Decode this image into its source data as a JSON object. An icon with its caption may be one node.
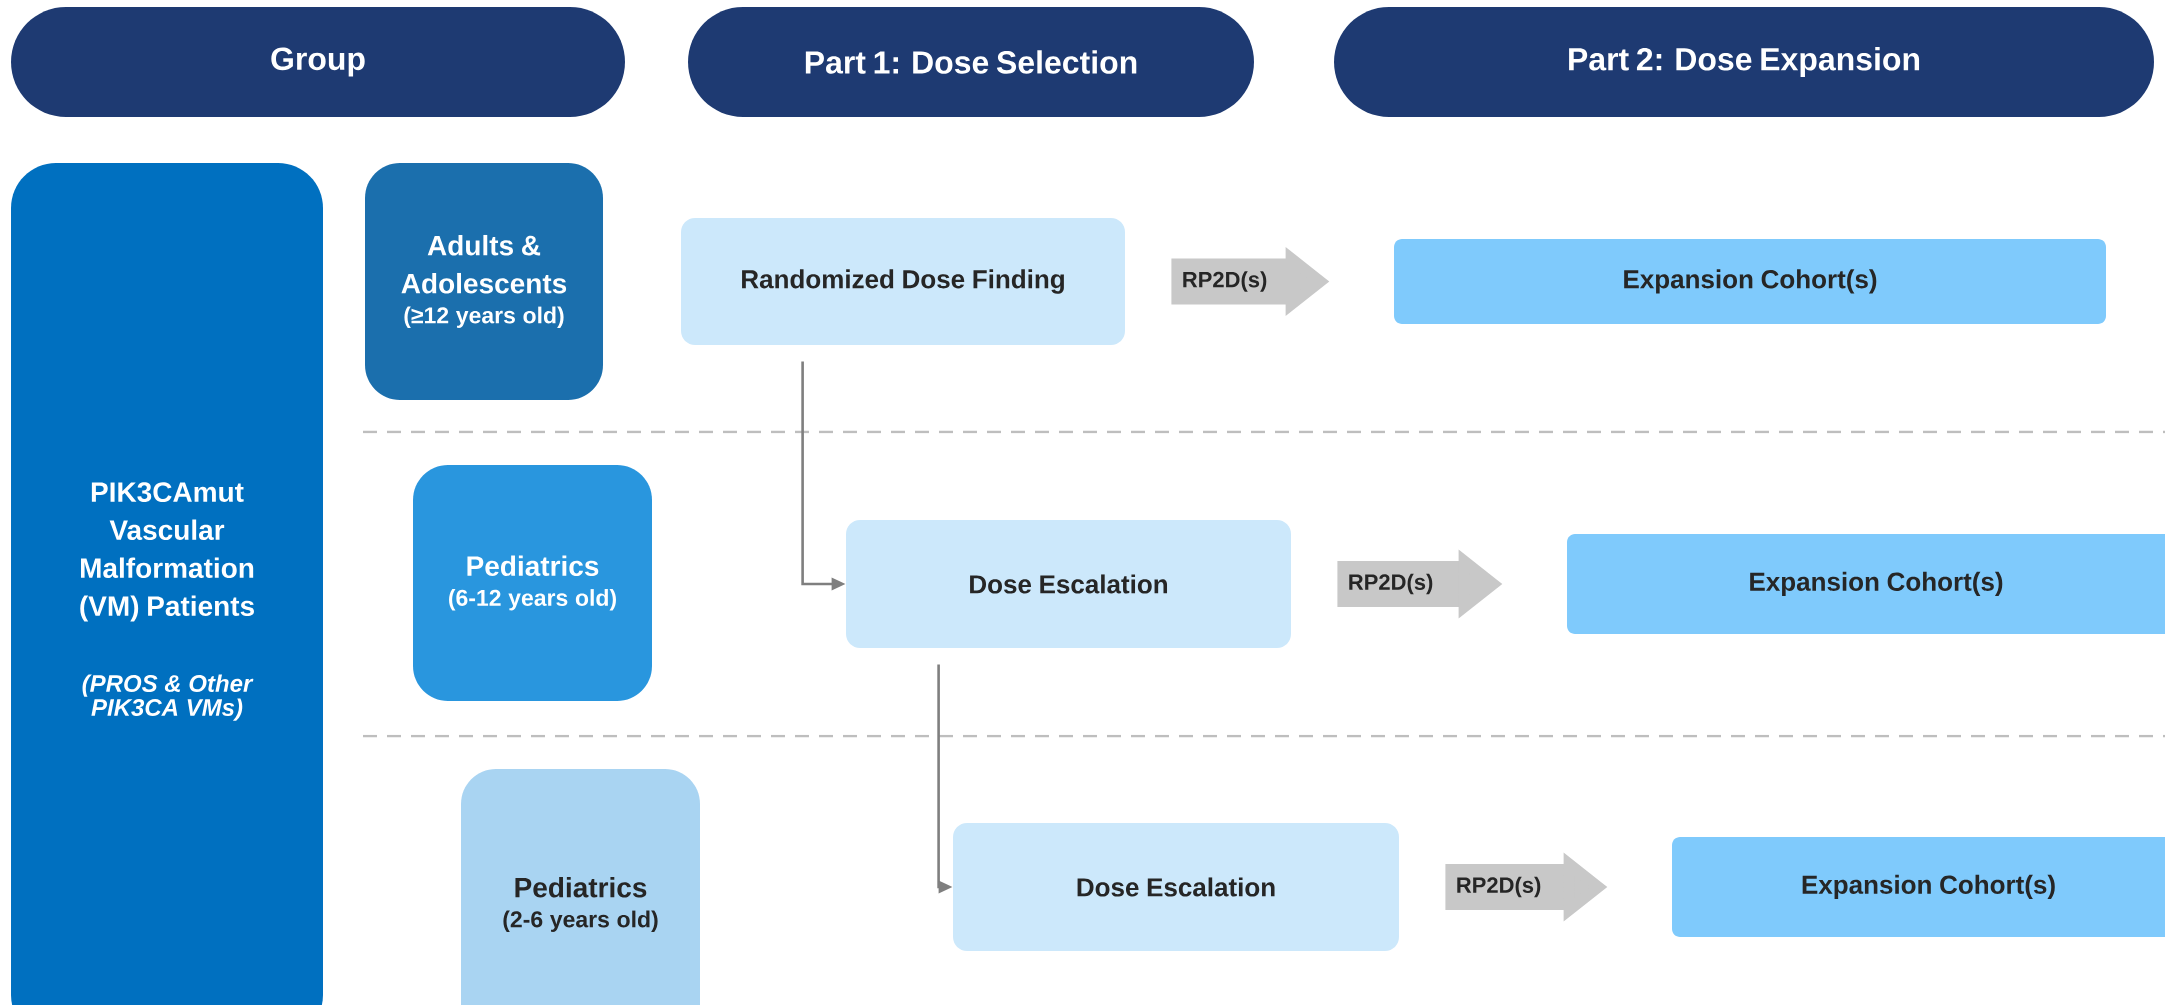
{
  "diagram": {
    "nodes": [
      {
        "text": [
          "Group"
        ]
      },
      {
        "text": [
          "Part 1: Dose Selection"
        ]
      },
      {
        "text": [
          "Part 2: Dose Expansion"
        ]
      },
      {
        "text": [
          "PIK3CAmut Vascular Malformation (VM) Patients",
          "(PROS & Other PIK3CA VMs)"
        ]
      },
      {
        "text": [
          "Adults & Adolescents",
          "(≥12 years old)"
        ]
      },
      {
        "text": [
          "Randomized Dose Finding"
        ]
      },
      {
        "text": [
          "Expansion Cohort(s)"
        ]
      },
      {
        "text": [
          "Pediatrics",
          "(6-12 years old)"
        ]
      },
      {
        "text": [
          "Dose Escalation"
        ]
      },
      {
        "text": [
          "Expansion Cohort(s)"
        ]
      },
      {
        "text": [
          "Pediatrics",
          "(2-6 years old)"
        ]
      },
      {
        "text": [
          "Dose Escalation"
        ]
      },
      {
        "text": [
          "Expansion Cohort(s)"
        ]
      }
    ],
    "edges": [
      {
        "from": 5,
        "to": 6,
        "arrow": "to",
        "label": "RP2D(s)",
        "color": "#c8c8c8"
      },
      {
        "from": 5,
        "to": 8,
        "arrow": "to"
      },
      {
        "from": 8,
        "to": 9,
        "arrow": "to",
        "label": "RP2D(s)",
        "color": "#c8c8c8"
      },
      {
        "from": 8,
        "to": 11,
        "arrow": "to"
      },
      {
        "from": 11,
        "to": 12,
        "arrow": "to",
        "label": "RP2D(s)",
        "color": "#c8c8c8"
      }
    ]
  }
}
